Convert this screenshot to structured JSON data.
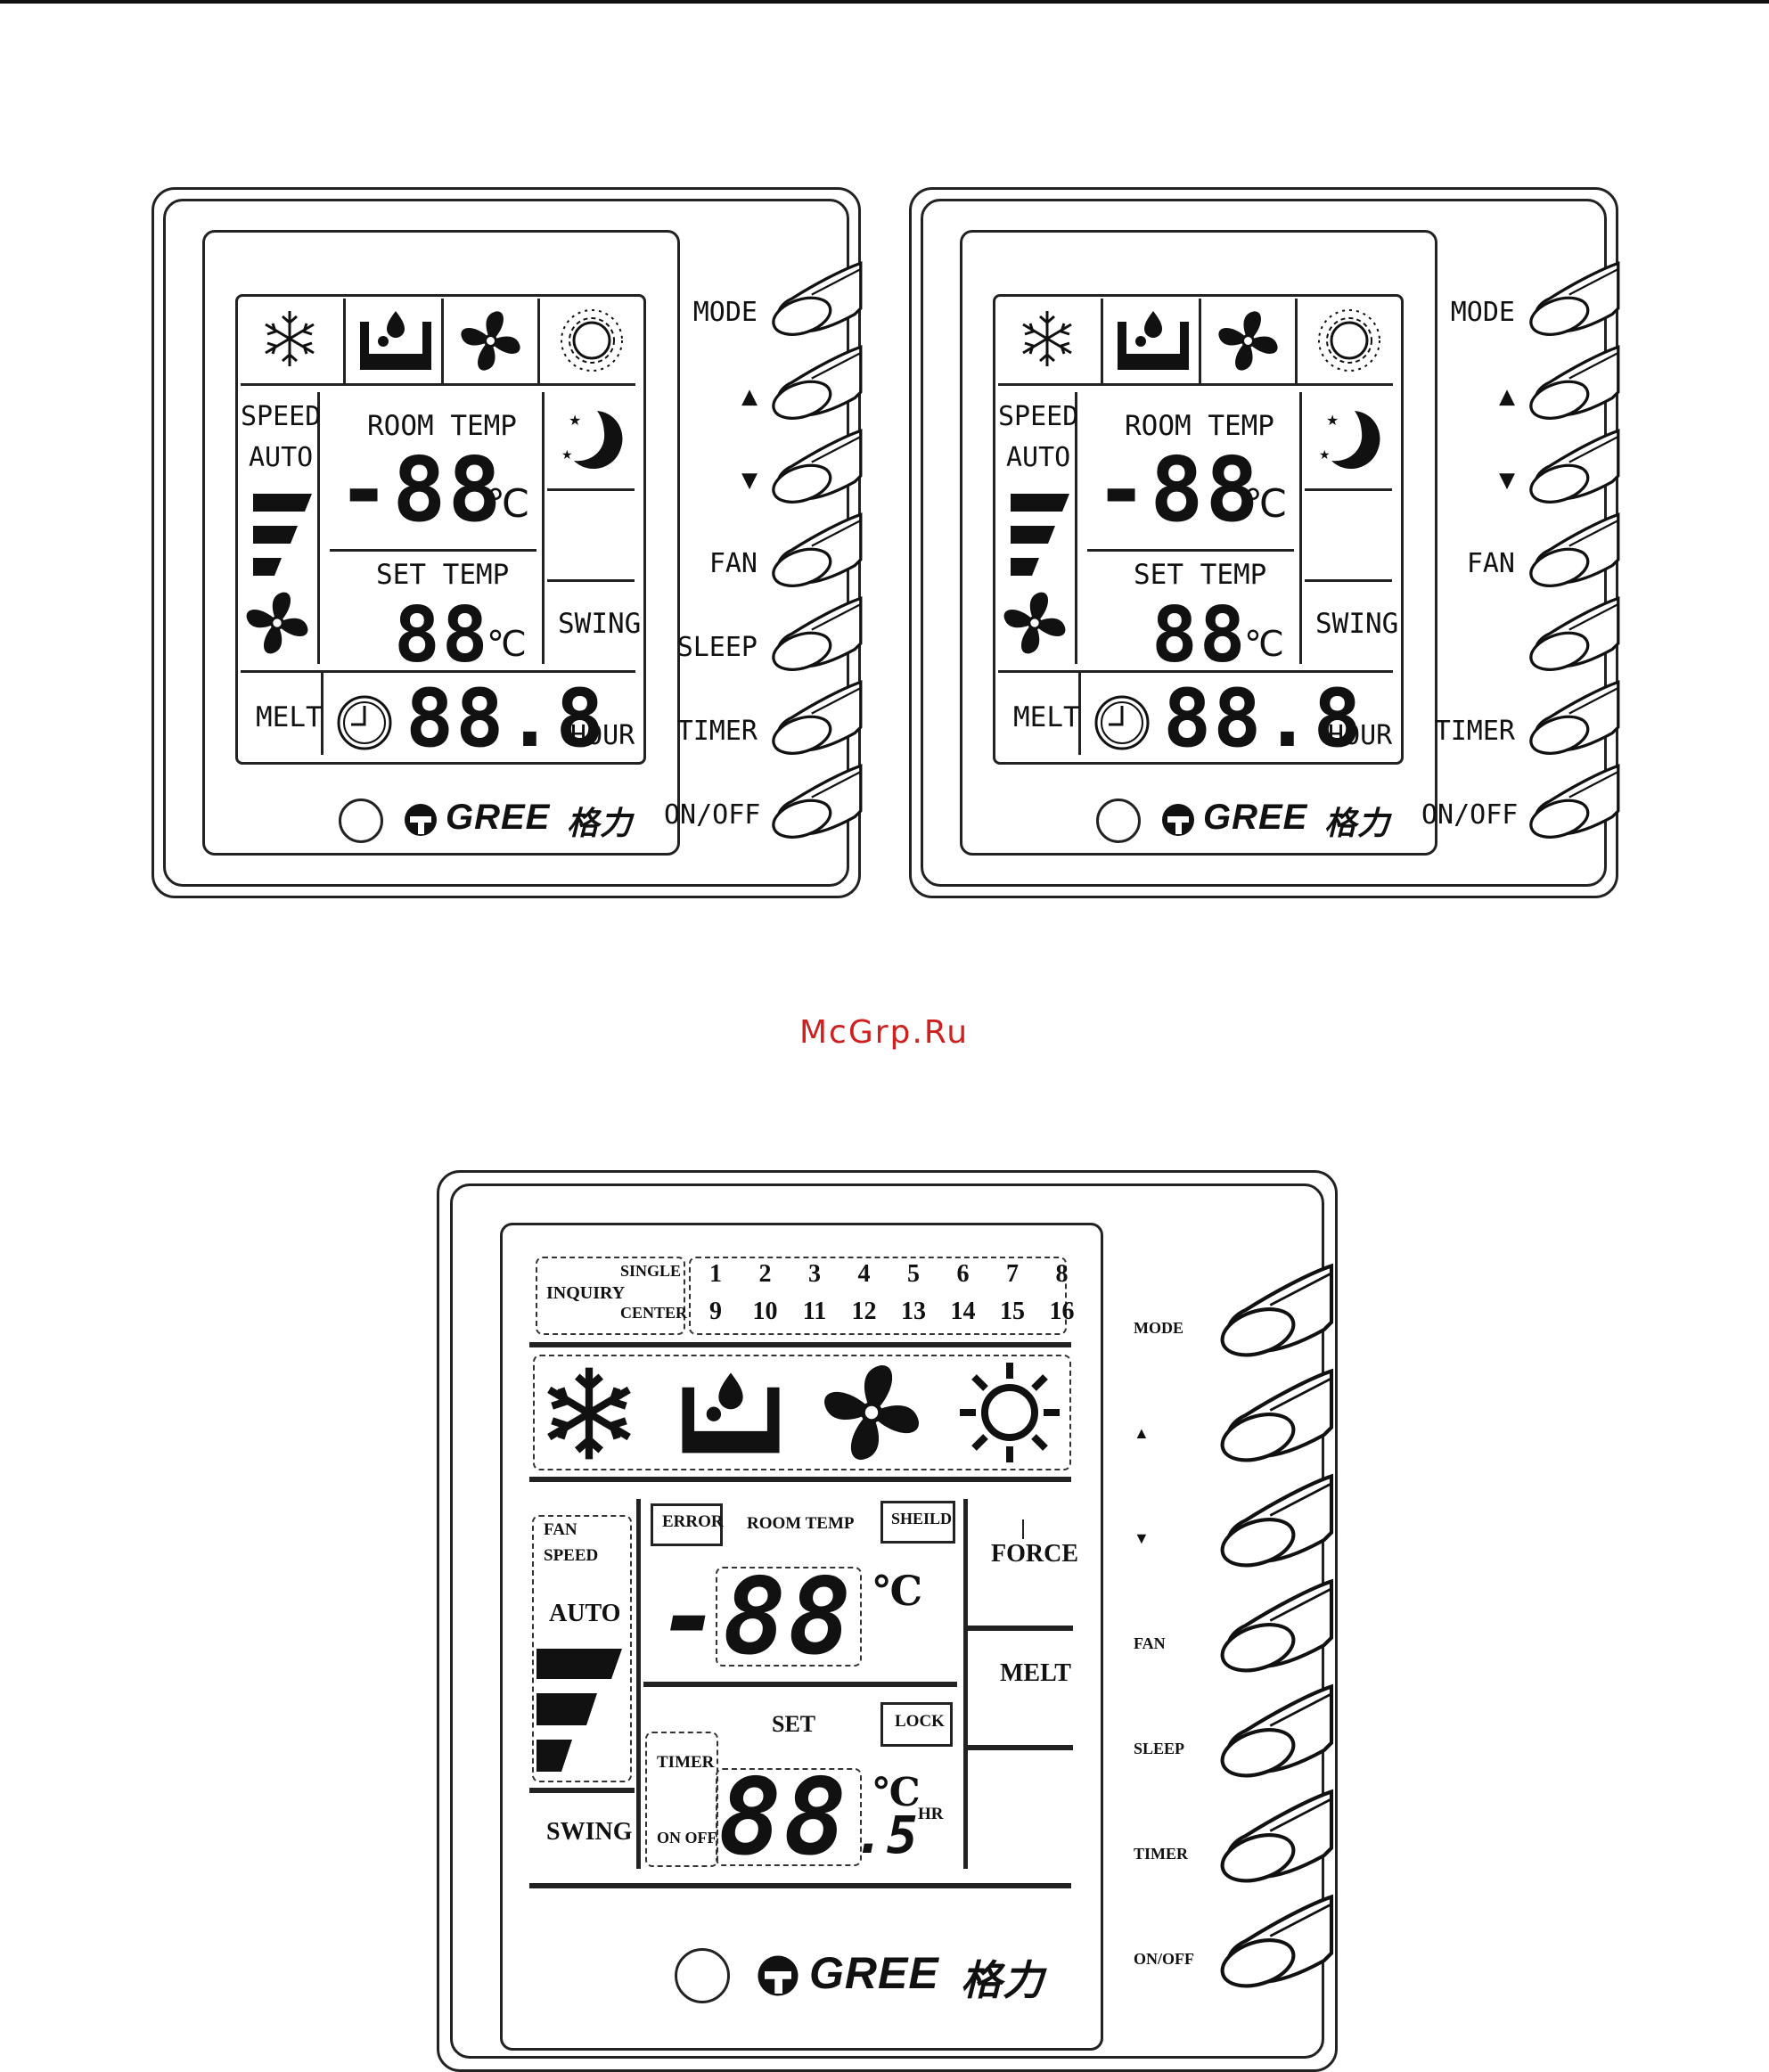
{
  "watermark": "McGrp.Ru",
  "brand": {
    "logo_text": "GREE",
    "logo_cjk": "格力"
  },
  "controller_a": {
    "buttons": [
      "MODE",
      "▲",
      "▼",
      "FAN",
      "SLEEP",
      "TIMER",
      "ON/OFF"
    ],
    "speed_label": "SPEED",
    "auto_label": "AUTO",
    "room_temp_label": "ROOM TEMP",
    "room_temp_value": "-88",
    "room_unit": "℃",
    "set_temp_label": "SET TEMP",
    "set_temp_value": "88",
    "set_unit": "℃",
    "swing_label": "SWING",
    "melt_label": "MELT",
    "timer_value": "88.8",
    "hour_label": "HOUR"
  },
  "controller_b": {
    "buttons": [
      "MODE",
      "▲",
      "▼",
      "FAN",
      "",
      "TIMER",
      "ON/OFF"
    ],
    "speed_label": "SPEED",
    "auto_label": "AUTO",
    "room_temp_label": "ROOM TEMP",
    "room_temp_value": "-88",
    "room_unit": "℃",
    "set_temp_label": "SET TEMP",
    "set_temp_value": "88",
    "set_unit": "℃",
    "swing_label": "SWING",
    "melt_label": "MELT",
    "timer_value": "88.8",
    "hour_label": "HOUR"
  },
  "controller_c": {
    "buttons": [
      "MODE",
      "▲",
      "▼",
      "FAN",
      "SLEEP",
      "TIMER",
      "ON/OFF"
    ],
    "inquiry_label": "INQUIRY",
    "single_label": "SINGLE",
    "center_label": "CENTER",
    "unit_numbers_row1": [
      "1",
      "2",
      "3",
      "4",
      "5",
      "6",
      "7",
      "8"
    ],
    "unit_numbers_row2": [
      "9",
      "10",
      "11",
      "12",
      "13",
      "14",
      "15",
      "16"
    ],
    "error_label": "ERROR",
    "room_temp_label": "ROOM TEMP",
    "shield_label": "SHEILD",
    "fan_label": "FAN",
    "speed_label": "SPEED",
    "auto_label": "AUTO",
    "room_temp_value": "-88",
    "room_unit": "℃",
    "force_label": "FORCE",
    "melt_label": "MELT",
    "set_label": "SET",
    "lock_label": "LOCK",
    "timer_label": "TIMER",
    "on_off_label": "ON OFF",
    "set_value": "88",
    "set_decimal": ".5",
    "set_unit": "℃",
    "hr_label": "HR",
    "swing_label": "SWING"
  },
  "icons": [
    "snowflake-icon",
    "dehumidify-icon",
    "fan-icon",
    "sun-icon",
    "moon-icon",
    "clock-icon"
  ]
}
